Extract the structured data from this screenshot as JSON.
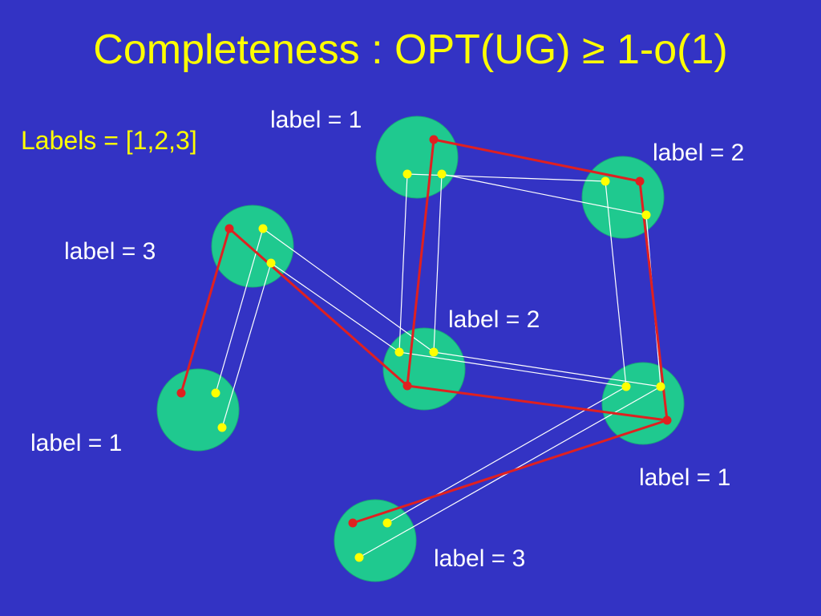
{
  "slide": {
    "title": "Completeness  : OPT(UG)  ≥  1-o(1)",
    "labels_set": "Labels = [1,2,3]"
  },
  "colors": {
    "background": "#3333c4",
    "title_text": "#ffff00",
    "label_text": "#ffffff",
    "node_fill": "#1fc98f",
    "unselected_point": "#ffff00",
    "selected_point": "#e02020",
    "constraint_edge": "#ffffff",
    "assignment_edge": "#e02020"
  },
  "vertices": [
    {
      "id": "top-center",
      "label": "label = 1"
    },
    {
      "id": "top-right",
      "label": "label = 2"
    },
    {
      "id": "left",
      "label": "label = 3"
    },
    {
      "id": "center",
      "label": "label = 2"
    },
    {
      "id": "bottom-left",
      "label": "label = 1"
    },
    {
      "id": "right",
      "label": "label = 1"
    },
    {
      "id": "bottom",
      "label": "label = 3"
    }
  ]
}
